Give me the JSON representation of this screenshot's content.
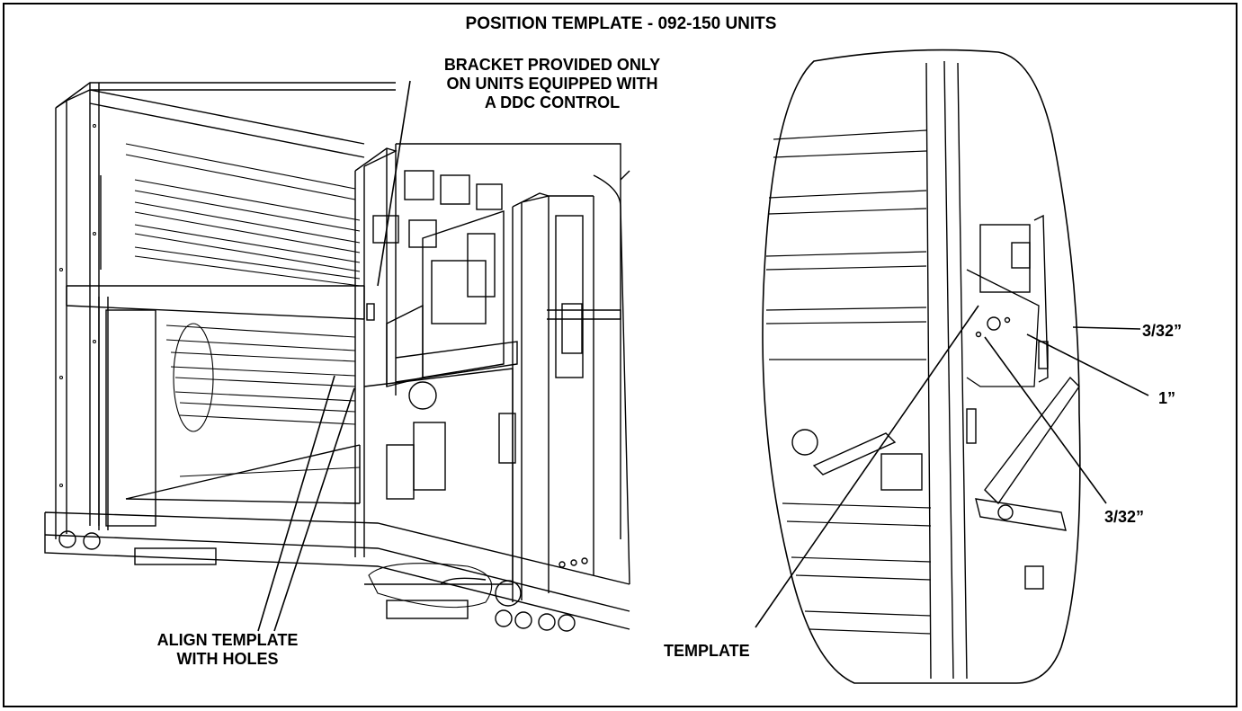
{
  "title": "POSITION TEMPLATE - 092-150 UNITS",
  "labels": {
    "bracket_line1": "BRACKET PROVIDED ONLY",
    "bracket_line2": "ON UNITS EQUIPPED WITH",
    "bracket_line3": "A DDC CONTROL",
    "align_line1": "ALIGN TEMPLATE",
    "align_line2": "WITH HOLES",
    "template": "TEMPLATE",
    "dim_top": "3/32”",
    "dim_center": "1”",
    "dim_bottom": "3/32”"
  },
  "colors": {
    "line": "#000000",
    "background": "#ffffff",
    "shade": "#d9d9d9"
  }
}
